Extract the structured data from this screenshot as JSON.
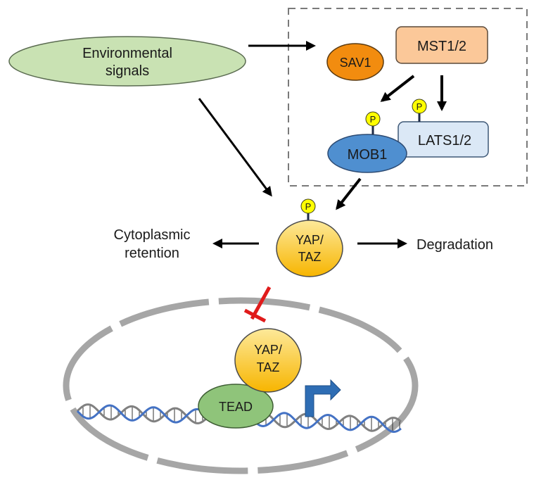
{
  "title": "Hippo signaling pathway",
  "nodes": {
    "environmental_signals": {
      "lines": [
        "Environmental",
        "signals"
      ],
      "fill": "#c9e2b3",
      "stroke": "#5a6b50"
    },
    "sav1": {
      "label": "SAV1",
      "fill": "#f28c0f",
      "stroke": "#5b3a10"
    },
    "mst12": {
      "label": "MST1/2",
      "fill": "#fbc899",
      "stroke": "#5b4a3a"
    },
    "mob1": {
      "label": "MOB1",
      "fill": "#4f8fd0",
      "stroke": "#2c4a72"
    },
    "lats12": {
      "label": "LATS1/2",
      "fill": "#dbe8f6",
      "stroke": "#3e5877"
    },
    "yap_taz_cytoplasm": {
      "lines": [
        "YAP/",
        "TAZ"
      ],
      "fill_top": "#fde99a",
      "fill_bottom": "#f7b500",
      "stroke": "#4b4b4b"
    },
    "yap_taz_nucleus": {
      "lines": [
        "YAP/",
        "TAZ"
      ],
      "fill_top": "#fde99a",
      "fill_bottom": "#f7b500",
      "stroke": "#4b4b4b"
    },
    "tead": {
      "label": "TEAD",
      "fill": "#8fc47a",
      "stroke": "#3f5e35"
    }
  },
  "phospho": {
    "label": "P",
    "fill": "#ffff00",
    "stroke": "#3a3a1a",
    "stalk": "#1d2b47"
  },
  "outcomes": {
    "cytoplasmic_retention": [
      "Cytoplasmic",
      "retention"
    ],
    "degradation": "Degradation"
  },
  "colors": {
    "arrow": "#000000",
    "inhibition": "#e01b1b",
    "dashed_box": "#7a7a7a",
    "nucleus_membrane": "#a6a6a6",
    "dna_strand_a": "#4472c4",
    "dna_strand_b": "#808080",
    "transcription_arrow": "#2e6db4"
  }
}
